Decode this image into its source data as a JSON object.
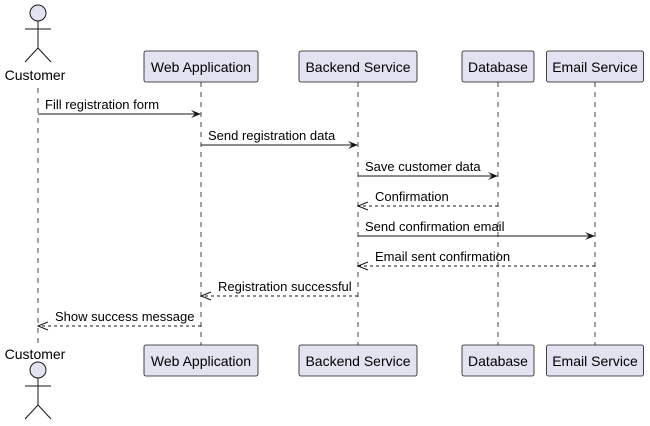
{
  "participants": [
    {
      "id": "customer",
      "label": "Customer",
      "kind": "actor"
    },
    {
      "id": "web",
      "label": "Web Application",
      "kind": "box"
    },
    {
      "id": "backend",
      "label": "Backend Service",
      "kind": "box"
    },
    {
      "id": "db",
      "label": "Database",
      "kind": "box"
    },
    {
      "id": "email",
      "label": "Email Service",
      "kind": "box"
    }
  ],
  "messages": [
    {
      "from": "customer",
      "to": "web",
      "label": "Fill registration form",
      "style": "sync"
    },
    {
      "from": "web",
      "to": "backend",
      "label": "Send registration data",
      "style": "sync"
    },
    {
      "from": "backend",
      "to": "db",
      "label": "Save customer data",
      "style": "sync"
    },
    {
      "from": "db",
      "to": "backend",
      "label": "Confirmation",
      "style": "reply"
    },
    {
      "from": "backend",
      "to": "email",
      "label": "Send confirmation email",
      "style": "sync"
    },
    {
      "from": "email",
      "to": "backend",
      "label": "Email sent confirmation",
      "style": "reply"
    },
    {
      "from": "backend",
      "to": "web",
      "label": "Registration successful",
      "style": "reply"
    },
    {
      "from": "web",
      "to": "customer",
      "label": "Show success message",
      "style": "reply"
    }
  ],
  "colors": {
    "participant_fill": "#E2E2F0",
    "line": "#181818"
  }
}
